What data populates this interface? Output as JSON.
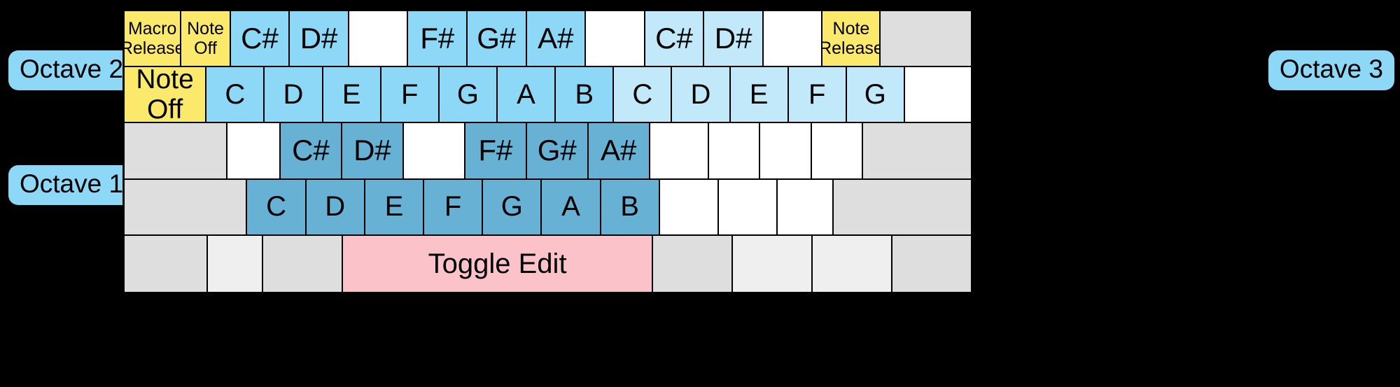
{
  "labels": {
    "octave_left_top": "Octave 2",
    "octave_left_bottom": "Octave 1",
    "octave_right": "Octave 3"
  },
  "colors": {
    "yellow": "#FBE96B",
    "blue": "#8DD7F7",
    "light_blue": "#C2E9FA",
    "dark_blue": "#67B2D4",
    "gray": "#DEDEDE",
    "light_gray": "#EFEFEF",
    "pink": "#FBC3C9",
    "white": "#FFFFFF",
    "background": "#000000",
    "border": "#000000"
  },
  "keyboard": {
    "rows": [
      {
        "name": "octave2-sharps-row",
        "keys": [
          {
            "label": "Macro\nRelease",
            "line1": "Macro",
            "line2": "Release",
            "color": "yellow",
            "size": "sm",
            "flex": 1.0
          },
          {
            "label": "Note\nOff",
            "line1": "Note",
            "line2": "Off",
            "color": "yellow",
            "size": "sm",
            "flex": 0.86
          },
          {
            "label": "C#",
            "color": "blue",
            "size": "lg",
            "flex": 1.04
          },
          {
            "label": "D#",
            "color": "blue",
            "size": "lg",
            "flex": 1.04
          },
          {
            "label": "",
            "color": "white",
            "size": "lg",
            "flex": 1.04
          },
          {
            "label": "F#",
            "color": "blue",
            "size": "lg",
            "flex": 1.04
          },
          {
            "label": "G#",
            "color": "blue",
            "size": "lg",
            "flex": 1.04
          },
          {
            "label": "A#",
            "color": "blue",
            "size": "lg",
            "flex": 1.04
          },
          {
            "label": "",
            "color": "white",
            "size": "lg",
            "flex": 1.04
          },
          {
            "label": "C#",
            "color": "light_blue",
            "size": "lg",
            "flex": 1.04
          },
          {
            "label": "D#",
            "color": "light_blue",
            "size": "lg",
            "flex": 1.04
          },
          {
            "label": "",
            "color": "white",
            "size": "lg",
            "flex": 1.04
          },
          {
            "label": "Note\nRelease",
            "line1": "Note",
            "line2": "Release",
            "color": "yellow",
            "size": "sm",
            "flex": 1.02
          },
          {
            "label": "",
            "color": "gray",
            "size": "lg",
            "flex": 1.62
          }
        ]
      },
      {
        "name": "octave2-naturals-row",
        "keys": [
          {
            "label": "Note\nOff",
            "line1": "Note",
            "line2": "Off",
            "color": "yellow",
            "size": "md",
            "flex": 1.25
          },
          {
            "label": "C",
            "color": "blue",
            "size": "xl",
            "flex": 0.88
          },
          {
            "label": "D",
            "color": "blue",
            "size": "xl",
            "flex": 0.88
          },
          {
            "label": "E",
            "color": "blue",
            "size": "xl",
            "flex": 0.88
          },
          {
            "label": "F",
            "color": "blue",
            "size": "xl",
            "flex": 0.88
          },
          {
            "label": "G",
            "color": "blue",
            "size": "xl",
            "flex": 0.88
          },
          {
            "label": "A",
            "color": "blue",
            "size": "xl",
            "flex": 0.88
          },
          {
            "label": "B",
            "color": "blue",
            "size": "xl",
            "flex": 0.88
          },
          {
            "label": "C",
            "color": "light_blue",
            "size": "xl",
            "flex": 0.88
          },
          {
            "label": "D",
            "color": "light_blue",
            "size": "xl",
            "flex": 0.88
          },
          {
            "label": "E",
            "color": "light_blue",
            "size": "xl",
            "flex": 0.88
          },
          {
            "label": "F",
            "color": "light_blue",
            "size": "xl",
            "flex": 0.88
          },
          {
            "label": "G",
            "color": "light_blue",
            "size": "xl",
            "flex": 0.88
          },
          {
            "label": "",
            "color": "white",
            "size": "xl",
            "flex": 1.02
          }
        ]
      },
      {
        "name": "octave1-sharps-row",
        "keys": [
          {
            "label": "",
            "color": "gray",
            "size": "lg",
            "flex": 1.42
          },
          {
            "label": "",
            "color": "white",
            "size": "lg",
            "flex": 0.72
          },
          {
            "label": "C#",
            "color": "dark_blue",
            "size": "lg",
            "flex": 0.84
          },
          {
            "label": "D#",
            "color": "dark_blue",
            "size": "lg",
            "flex": 0.84
          },
          {
            "label": "",
            "color": "white",
            "size": "lg",
            "flex": 0.84
          },
          {
            "label": "F#",
            "color": "dark_blue",
            "size": "lg",
            "flex": 0.84
          },
          {
            "label": "G#",
            "color": "dark_blue",
            "size": "lg",
            "flex": 0.84
          },
          {
            "label": "A#",
            "color": "dark_blue",
            "size": "lg",
            "flex": 0.84
          },
          {
            "label": "",
            "color": "white",
            "size": "lg",
            "flex": 0.8
          },
          {
            "label": "",
            "color": "white",
            "size": "lg",
            "flex": 0.7
          },
          {
            "label": "",
            "color": "white",
            "size": "lg",
            "flex": 0.7
          },
          {
            "label": "",
            "color": "white",
            "size": "lg",
            "flex": 0.7
          },
          {
            "label": "",
            "color": "gray",
            "size": "lg",
            "flex": 1.5
          }
        ]
      },
      {
        "name": "octave1-naturals-row",
        "keys": [
          {
            "label": "",
            "color": "gray",
            "size": "lg",
            "flex": 1.52
          },
          {
            "label": "C",
            "color": "dark_blue",
            "size": "xl",
            "flex": 0.72
          },
          {
            "label": "D",
            "color": "dark_blue",
            "size": "xl",
            "flex": 0.72
          },
          {
            "label": "E",
            "color": "dark_blue",
            "size": "xl",
            "flex": 0.72
          },
          {
            "label": "F",
            "color": "dark_blue",
            "size": "xl",
            "flex": 0.72
          },
          {
            "label": "G",
            "color": "dark_blue",
            "size": "xl",
            "flex": 0.72
          },
          {
            "label": "A",
            "color": "dark_blue",
            "size": "xl",
            "flex": 0.72
          },
          {
            "label": "B",
            "color": "dark_blue",
            "size": "xl",
            "flex": 0.72
          },
          {
            "label": "",
            "color": "white",
            "size": "xl",
            "flex": 0.72
          },
          {
            "label": "",
            "color": "white",
            "size": "xl",
            "flex": 0.72
          },
          {
            "label": "",
            "color": "white",
            "size": "xl",
            "flex": 0.68
          },
          {
            "label": "",
            "color": "gray",
            "size": "xl",
            "flex": 1.72
          }
        ]
      },
      {
        "name": "modifier-row",
        "keys": [
          {
            "label": "",
            "color": "gray",
            "size": "xl",
            "flex": 1.02
          },
          {
            "label": "",
            "color": "light_gray",
            "size": "xl",
            "flex": 0.68
          },
          {
            "label": "",
            "color": "gray",
            "size": "xl",
            "flex": 0.98
          },
          {
            "label": "Toggle Edit",
            "color": "pink",
            "size": "xl",
            "flex": 3.85
          },
          {
            "label": "",
            "color": "gray",
            "size": "xl",
            "flex": 0.98
          },
          {
            "label": "",
            "color": "light_gray",
            "size": "xl",
            "flex": 0.98
          },
          {
            "label": "",
            "color": "light_gray",
            "size": "xl",
            "flex": 0.98
          },
          {
            "label": "",
            "color": "gray",
            "size": "xl",
            "flex": 0.98
          }
        ]
      }
    ]
  }
}
